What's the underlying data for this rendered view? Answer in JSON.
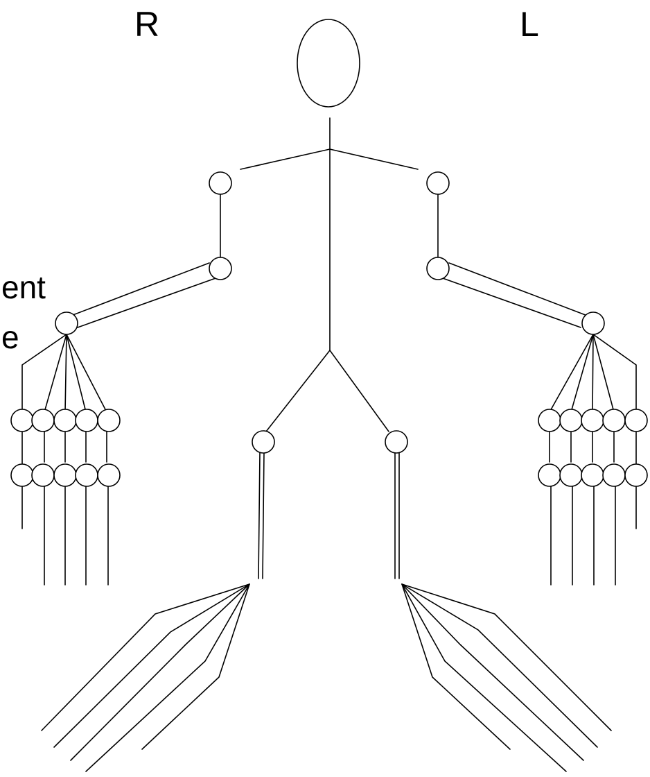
{
  "labels": {
    "right_side": "R",
    "left_side": "L",
    "partial_line_1": "ent",
    "partial_line_2": "e"
  },
  "colors": {
    "stroke": "#000000",
    "background": "#ffffff"
  }
}
